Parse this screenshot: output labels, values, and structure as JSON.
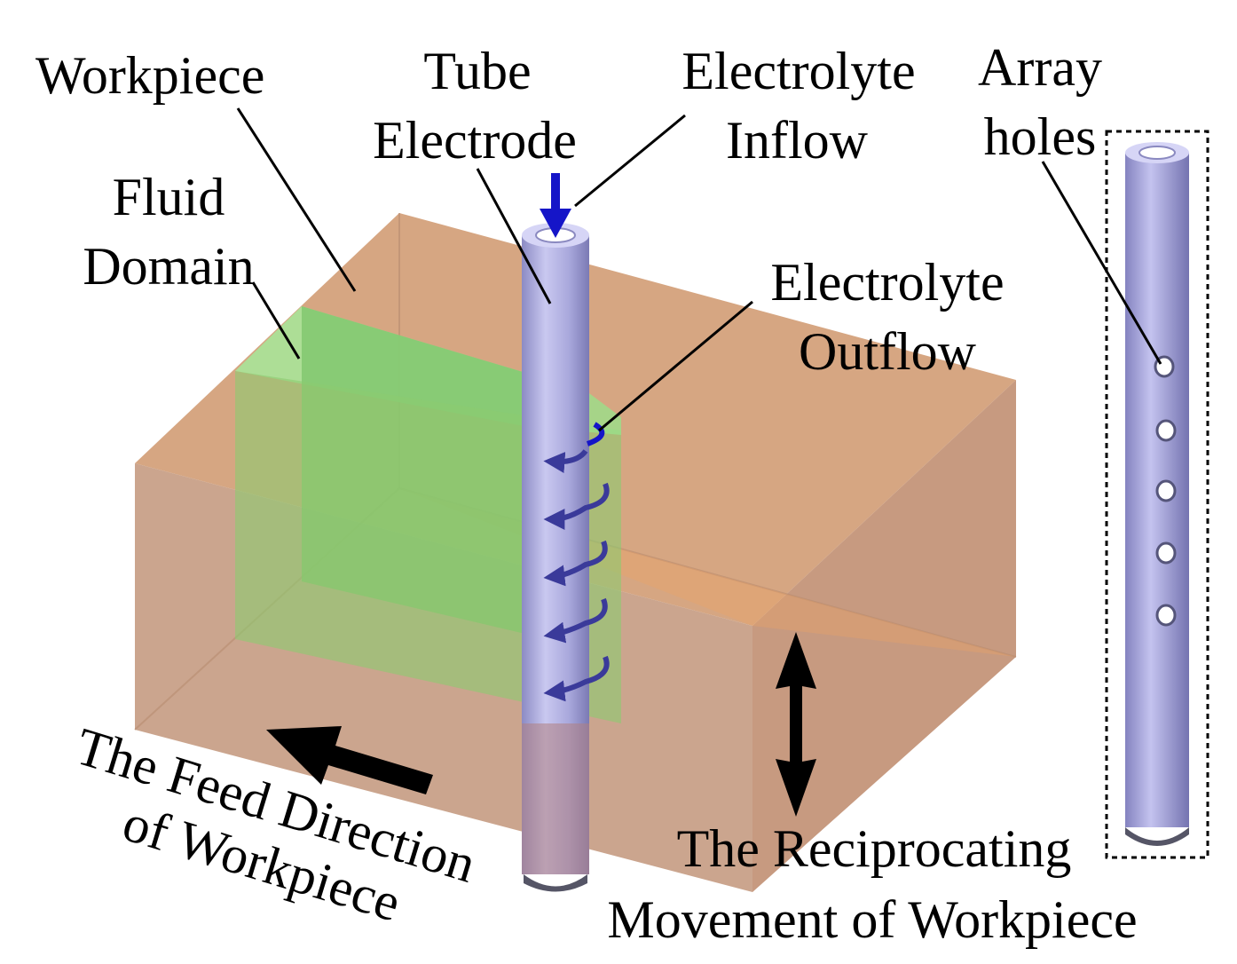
{
  "labels": {
    "workpiece": "Workpiece",
    "tube_line1": "Tube",
    "tube_line2": "Electrode",
    "inflow_line1": "Electrolyte",
    "inflow_line2": "Inflow",
    "array_line1": "Array",
    "array_line2": "holes",
    "fluid_line1": "Fluid",
    "fluid_line2": "Domain",
    "outflow_line1": "Electrolyte",
    "outflow_line2": "Outflow",
    "feed_line1": "The Feed Direction",
    "feed_line2": "of Workpiece",
    "recip_line1": "The Reciprocating",
    "recip_line2": "Movement of Workpiece"
  },
  "colors": {
    "workpiece": "#d9a47c",
    "fluid_domain": "#7dc46c",
    "fluid_domain_light": "#a6e89a",
    "electrode": "#a9a8dc",
    "inflow_arrow": "#1515c8",
    "outflow_arrows": "#3a3a9a",
    "annotation_arrows": "#000000"
  }
}
